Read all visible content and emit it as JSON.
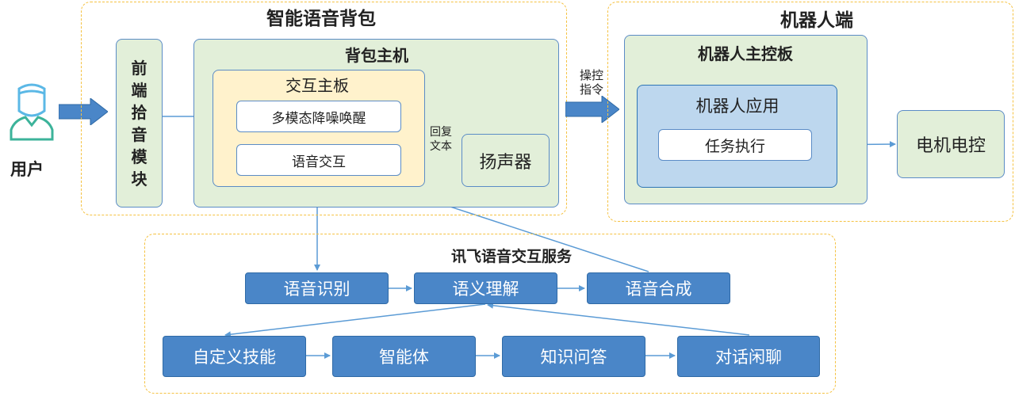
{
  "user": {
    "label": "用户"
  },
  "backpack": {
    "title": "智能语音背包",
    "frontend": "前端拾音模块",
    "host": {
      "title": "背包主机",
      "board": {
        "title": "交互主板",
        "multimodal": "多模态降噪唤醒",
        "voice_interaction": "语音交互"
      },
      "reply_label": "回复文本",
      "speaker": "扬声器"
    }
  },
  "control_label": "操控指令",
  "robot": {
    "title": "机器人端",
    "main_board": {
      "title": "机器人主控板",
      "app": {
        "title": "机器人应用",
        "task": "任务执行"
      }
    },
    "motor": "电机电控"
  },
  "xunfei": {
    "title": "讯飞语音交互服务",
    "row1": [
      "语音识别",
      "语义理解",
      "语音合成"
    ],
    "row2": [
      "自定义技能",
      "智能体",
      "知识问答",
      "对话闲聊"
    ]
  },
  "colors": {
    "dashed_border": "#f5c242",
    "green_fill": "#e2efd9",
    "yellow_fill": "#fff2cc",
    "light_blue_fill": "#bdd7ee",
    "blue_box": "#4a86c8",
    "arrow": "#5b9bd5"
  }
}
